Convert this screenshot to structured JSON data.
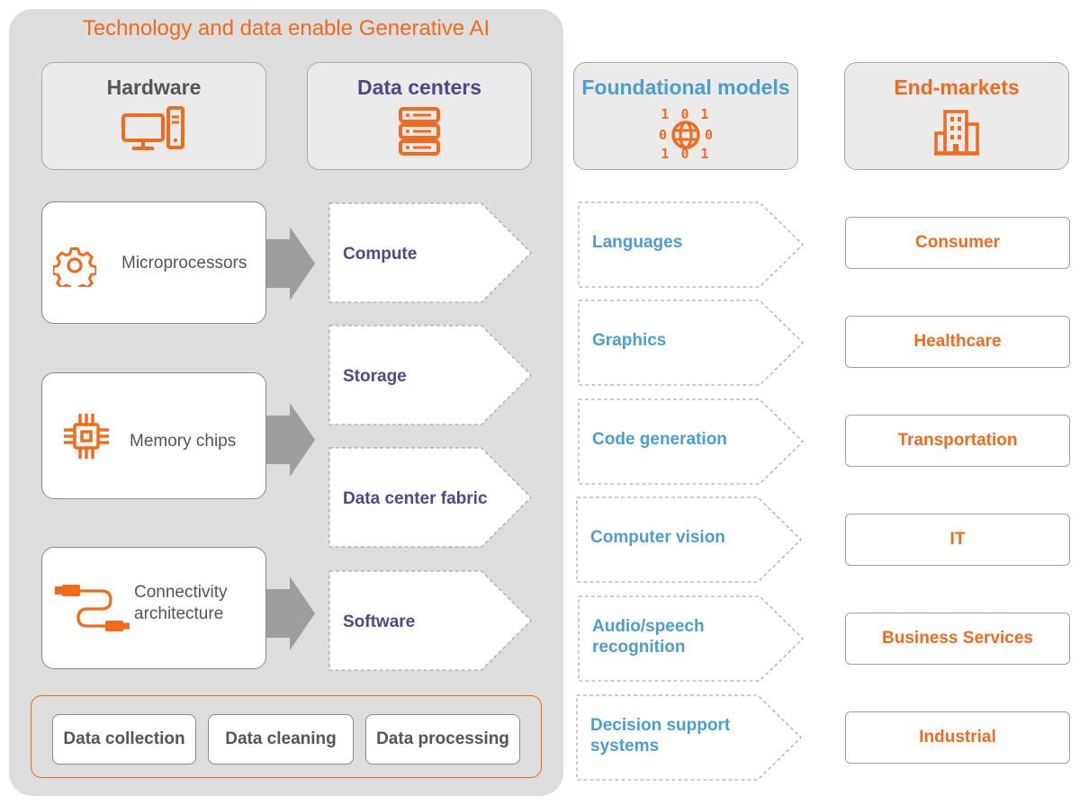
{
  "title": "Technology and data enable Generative AI",
  "headers": {
    "hardware": "Hardware",
    "data_centers": "Data centers",
    "foundational_models": "Foundational models",
    "end_markets": "End-markets"
  },
  "hardware_items": [
    "Microprocessors",
    "Memory chips",
    "Connectivity architecture"
  ],
  "hardware_items_lines": {
    "connectivity_line1": "Connectivity",
    "connectivity_line2": "architecture"
  },
  "data_center_items": [
    "Compute",
    "Storage",
    "Data center fabric",
    "Software"
  ],
  "foundational_model_items": {
    "languages": "Languages",
    "graphics": "Graphics",
    "code_generation": "Code generation",
    "computer_vision": "Computer vision",
    "audio_line1": "Audio/speech",
    "audio_line2": "recognition",
    "decision_line1": "Decision support",
    "decision_line2": "systems"
  },
  "end_market_items": [
    "Consumer",
    "Healthcare",
    "Transportation",
    "IT",
    "Business Services",
    "Industrial"
  ],
  "data_pills": [
    "Data collection",
    "Data cleaning",
    "Data processing"
  ],
  "icon_glyphs": {
    "binary_top": "1 0 1",
    "binary_bottom": "1 0 1",
    "binary_left": "0",
    "binary_right": "0"
  },
  "colors": {
    "accent_orange": "#f26b1d",
    "purple_text": "#4a4a8c",
    "blue_text": "#4b9ed2",
    "panel_grey": "#dddddd",
    "label_grey": "#555555"
  }
}
